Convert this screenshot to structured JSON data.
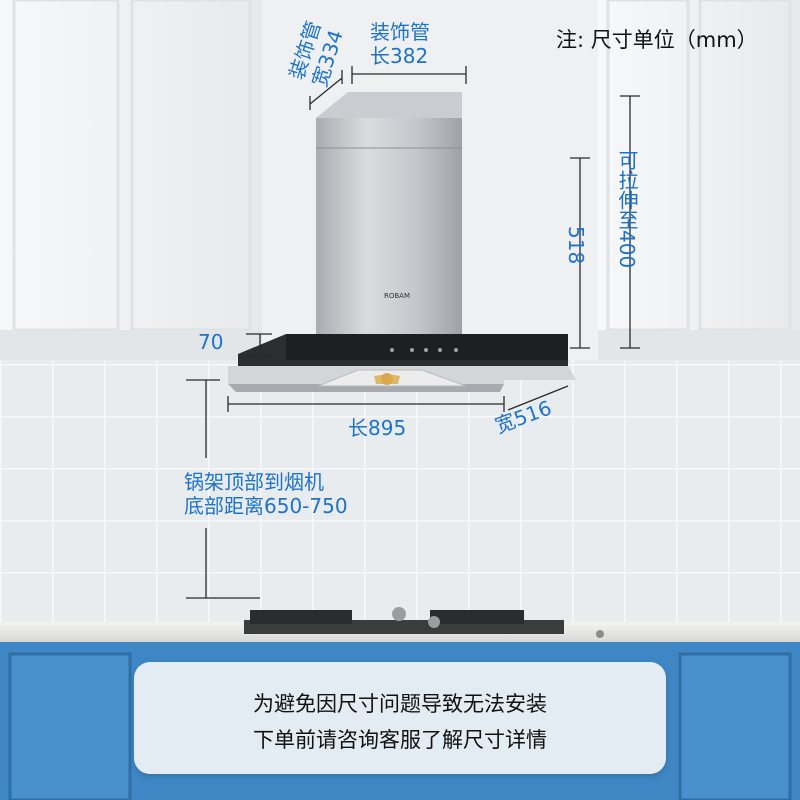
{
  "unit_note": "注: 尺寸单位（mm）",
  "brand": "ROBAM",
  "dimensions": {
    "pipe_width": [
      "装饰管",
      "宽334"
    ],
    "pipe_length": [
      "装饰管",
      "长382"
    ],
    "extendable": "可拉伸至400",
    "body_height": "518",
    "panel_thickness": "70",
    "hood_length": "长895",
    "hood_width": "宽516",
    "install_distance": [
      "锅架顶部到烟机",
      "底部距离650-750"
    ]
  },
  "notice": [
    "为避免因尺寸问题导致无法安装",
    "下单前请咨询客服了解尺寸详情"
  ],
  "colors": {
    "dimension_text": "#1d73c9",
    "cabinet_upper": "#f4f5f6",
    "cabinet_lower": "#3e86c4",
    "tile_wall": "#e9ecef"
  }
}
